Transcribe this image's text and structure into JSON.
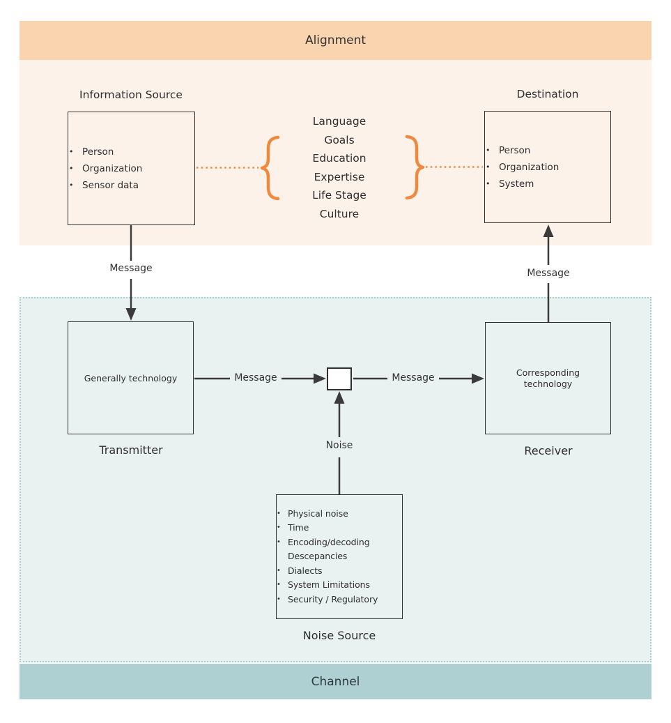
{
  "alignment": {
    "banner": "Alignment",
    "information_source": {
      "title": "Information Source",
      "items": [
        "Person",
        "Organization",
        "Sensor data"
      ]
    },
    "destination": {
      "title": "Destination",
      "items": [
        "Person",
        "Organization",
        "System"
      ]
    },
    "factors": [
      "Language",
      "Goals",
      "Education",
      "Expertise",
      "Life Stage",
      "Culture"
    ]
  },
  "channel": {
    "banner": "Channel",
    "transmitter": {
      "label": "Transmitter",
      "content": "Generally technology"
    },
    "receiver": {
      "label": "Receiver",
      "content": "Corresponding technology"
    },
    "noise_source": {
      "label": "Noise Source",
      "items": [
        "Physical noise",
        "Time",
        "Encoding/decoding Descepancies",
        "Dialects",
        "System Limitations",
        "Security / Regulatory"
      ]
    }
  },
  "labels": {
    "message": "Message",
    "noise": "Noise"
  },
  "colors": {
    "accent_orange": "#ee8a3d",
    "alignment_banner_bg": "#fad3af",
    "alignment_panel_bg": "#fdf2ea",
    "channel_banner_bg": "#aed0d2",
    "channel_panel_bg": "#eaf2f1",
    "channel_border": "#a6ccca",
    "line": "#3b3b3b",
    "text": "#2e2e2e"
  }
}
